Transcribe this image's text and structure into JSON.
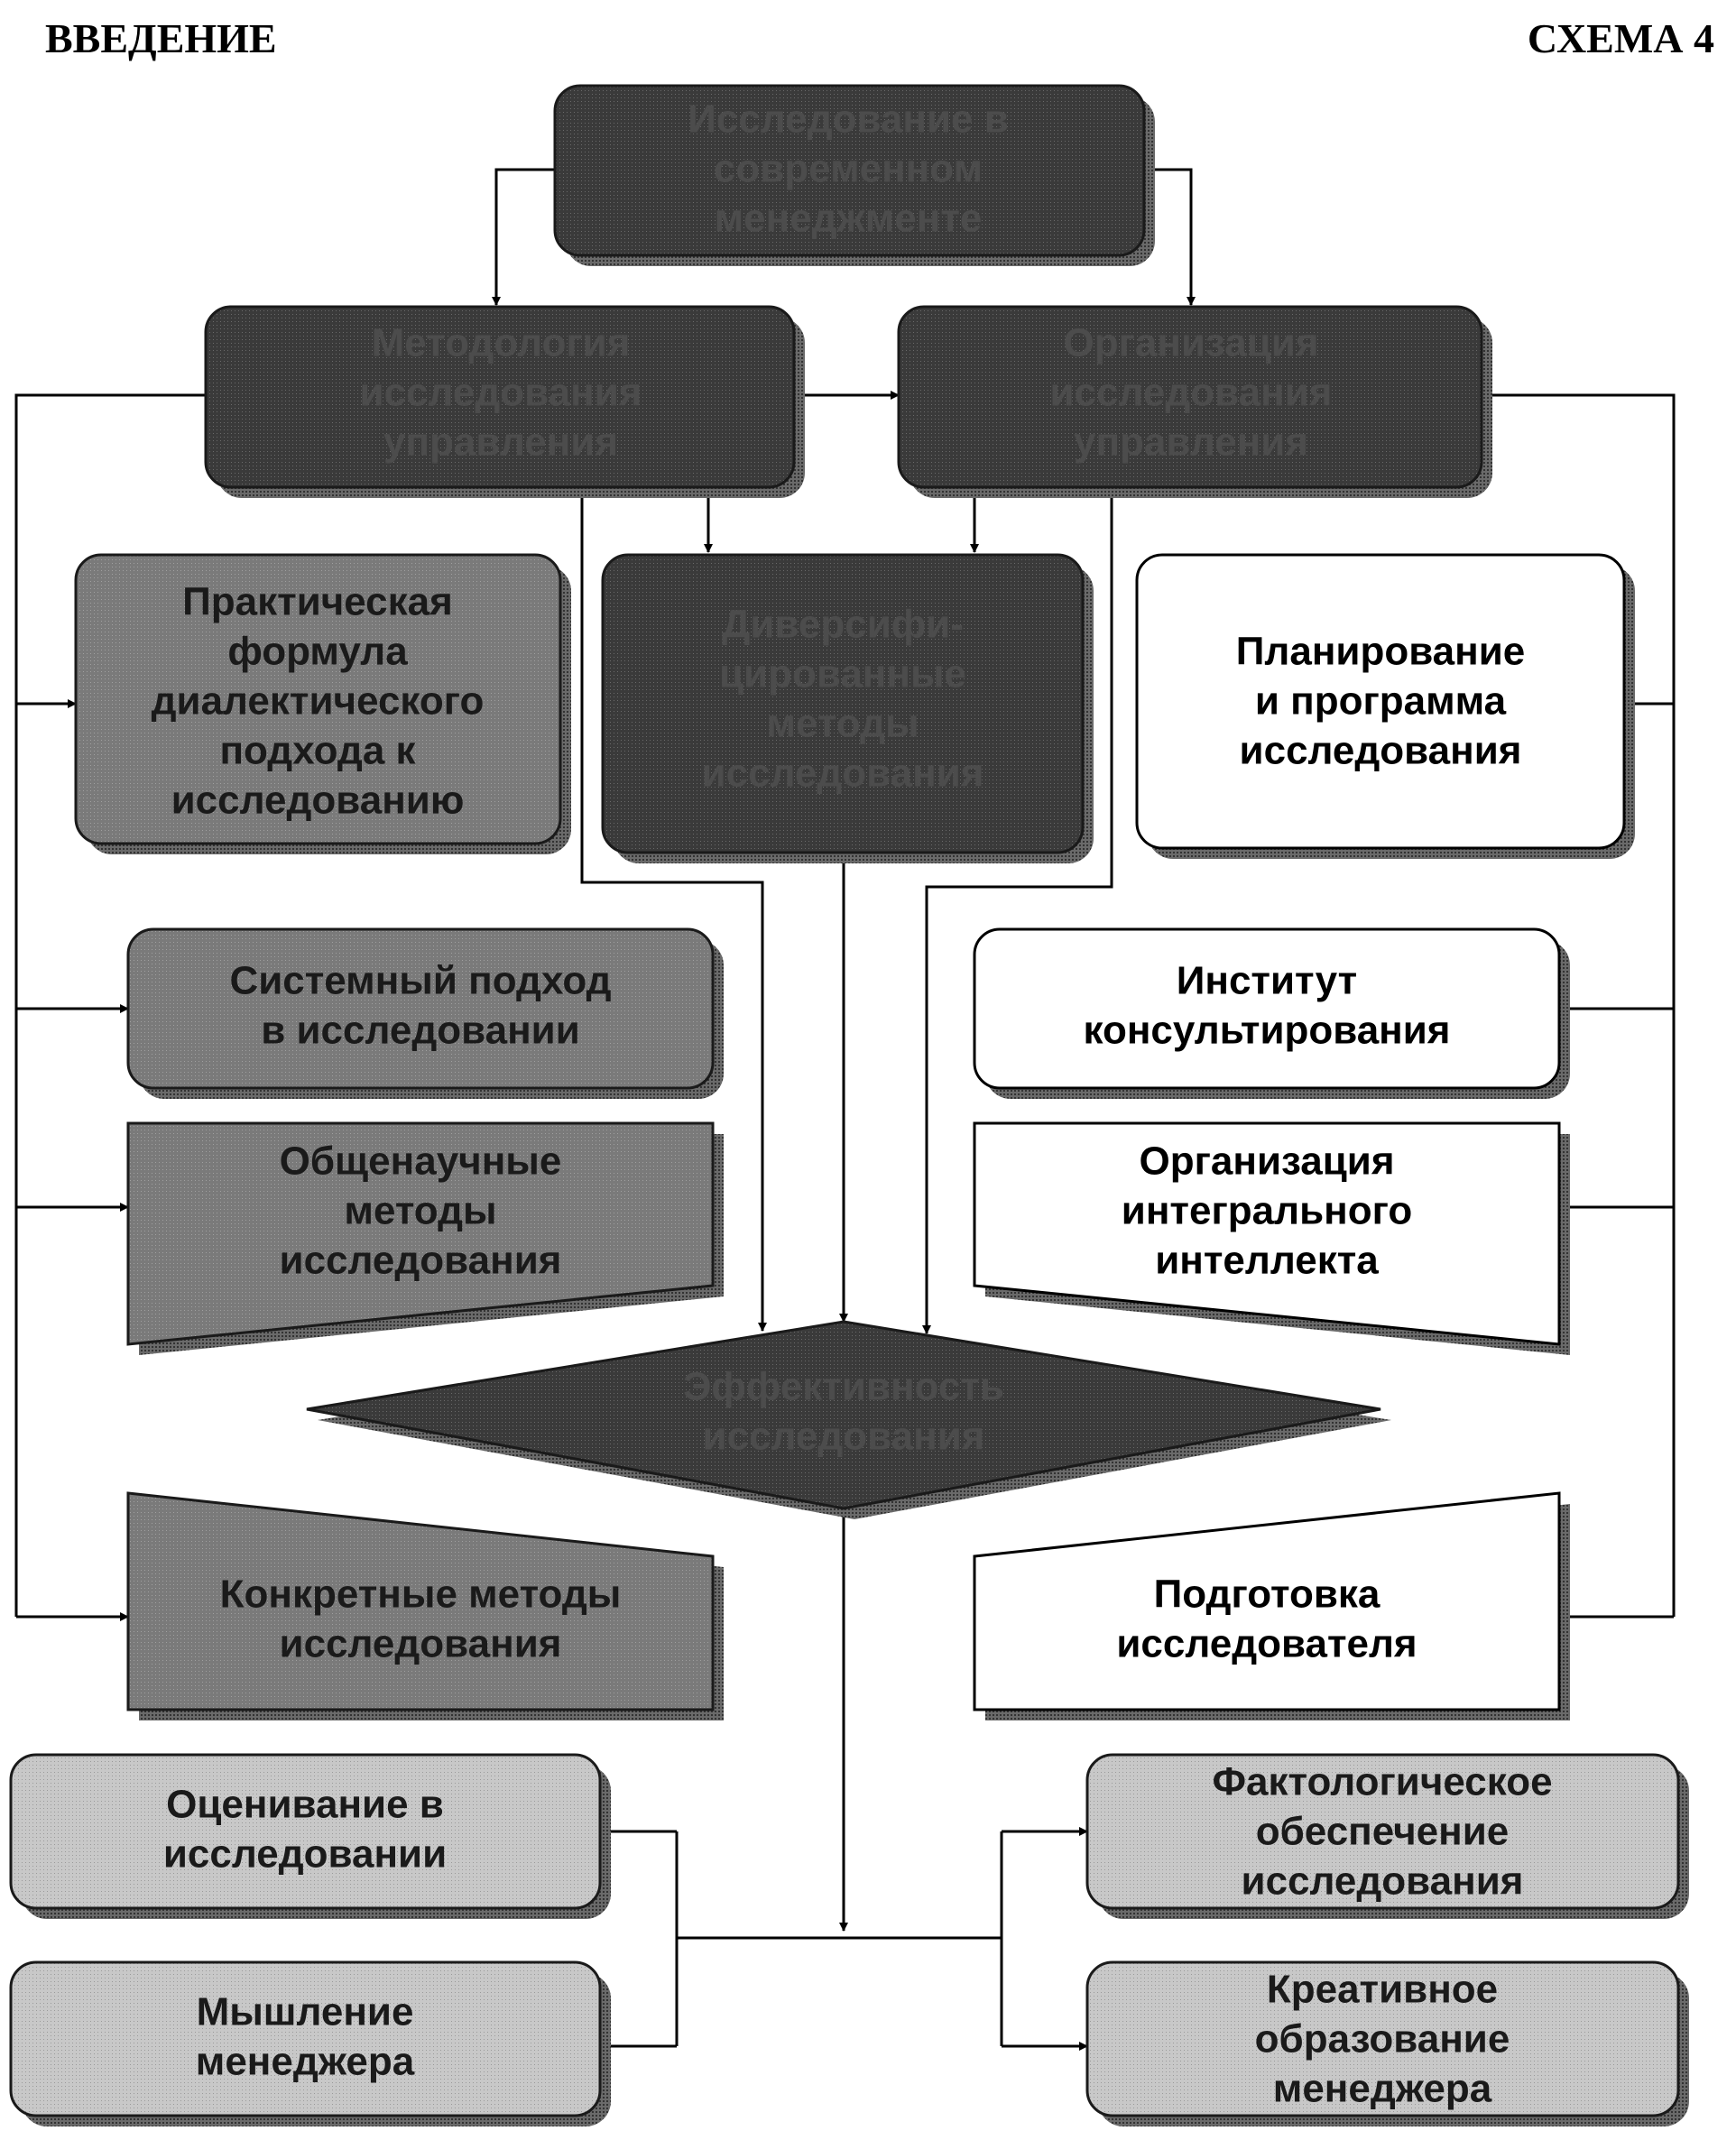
{
  "header": {
    "left": "ВВЕДЕНИЕ",
    "right": "СХЕМА 4"
  },
  "colors": {
    "dark": "#3a3a3a",
    "dark_text": "#4c4c4c",
    "mid": "#7a7a7a",
    "light": "#c8c8c8",
    "white": "#ffffff",
    "line": "#000000"
  },
  "nodes": {
    "root": {
      "lines": [
        "Исследование в",
        "современном",
        "менеджменте"
      ]
    },
    "methodology": {
      "lines": [
        "Методология",
        "исследования",
        "управления"
      ]
    },
    "organization": {
      "lines": [
        "Организация",
        "исследования",
        "управления"
      ]
    },
    "dialectic": {
      "lines": [
        "Практическая",
        "формула",
        "диалектического",
        "подхода к",
        "исследованию"
      ]
    },
    "diversified": {
      "lines": [
        "Диверсифи-",
        "цированные",
        "методы",
        "исследования"
      ]
    },
    "planning": {
      "lines": [
        "Планирование",
        "и программа",
        "исследования"
      ]
    },
    "system": {
      "lines": [
        "Системный подход",
        "в исследовании"
      ]
    },
    "institute": {
      "lines": [
        "Институт",
        "консультирования"
      ]
    },
    "general": {
      "lines": [
        "Общенаучные",
        "методы",
        "исследования"
      ]
    },
    "integral": {
      "lines": [
        "Организация",
        "интегрального",
        "интеллекта"
      ]
    },
    "efficiency": {
      "lines": [
        "Эффективность",
        "исследования"
      ]
    },
    "concrete": {
      "lines": [
        "Конкретные методы",
        "исследования"
      ]
    },
    "training": {
      "lines": [
        "Подготовка",
        "исследователя"
      ]
    },
    "evaluation": {
      "lines": [
        "Оценивание в",
        "исследовании"
      ]
    },
    "factology": {
      "lines": [
        "Фактологическое",
        "обеспечение",
        "исследования"
      ]
    },
    "thinking": {
      "lines": [
        "Мышление",
        "менеджера"
      ]
    },
    "creative": {
      "lines": [
        "Креативное",
        "образование",
        "менеджера"
      ]
    }
  }
}
